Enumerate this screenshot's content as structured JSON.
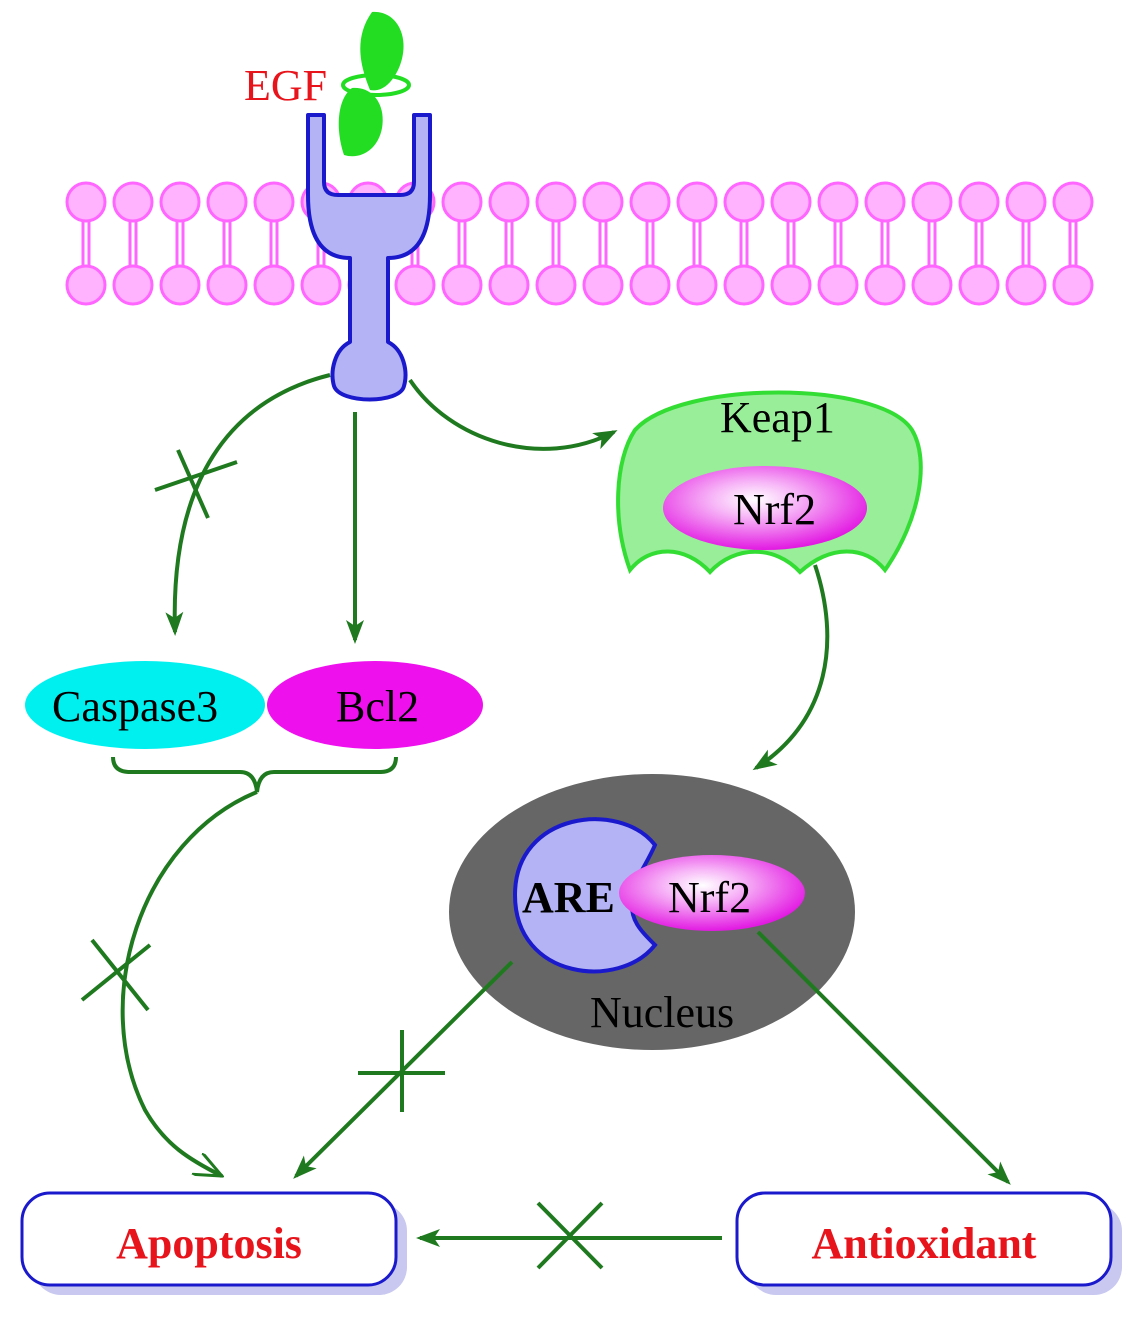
{
  "labels": {
    "egf": "EGF",
    "keap1": "Keap1",
    "nrf2_cytoplasm": "Nrf2",
    "caspase3": "Caspase3",
    "bcl2": "Bcl2",
    "are": "ARE",
    "nrf2_nucleus": "Nrf2",
    "nucleus": "Nucleus",
    "apoptosis": "Apoptosis",
    "antioxidant": "Antioxidant"
  },
  "colors": {
    "membrane": "#ff66ff",
    "receptor_fill": "#b3b3f5",
    "receptor_stroke": "#1a1acc",
    "egf": "#22dd22",
    "egf_label": "#e8141c",
    "keap1_fill": "#99ee99",
    "keap1_stroke": "#33dd33",
    "nrf2": "#ee22ee",
    "caspase3": "#00f0f0",
    "bcl2": "#ee11ee",
    "nucleus": "#666666",
    "arrow": "#1f7a1f",
    "box_stroke": "#1a1acc",
    "box_shadow": "#c8c8f0",
    "outcome_text": "#e8141c"
  }
}
